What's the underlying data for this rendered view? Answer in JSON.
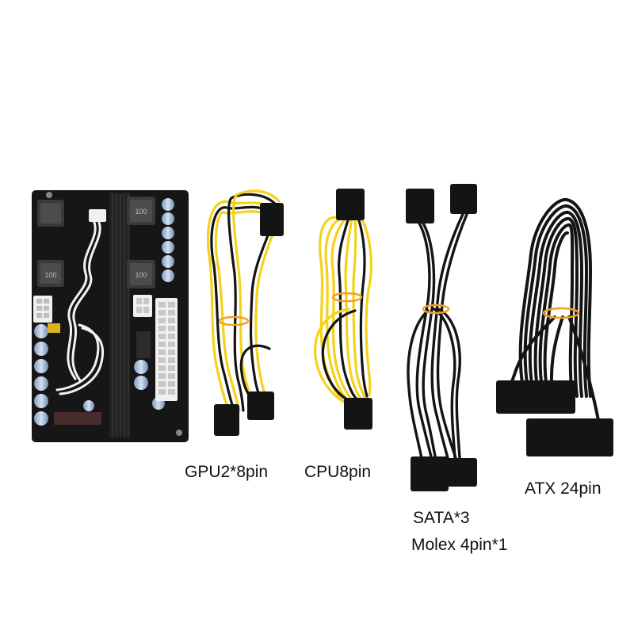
{
  "labels": {
    "gpu": "GPU2*8pin",
    "cpu": "CPU8pin",
    "atx": "ATX 24pin",
    "sata": "SATA*3",
    "molex": "Molex 4pin*1"
  },
  "board": {
    "inductor_marking": "100"
  },
  "colors": {
    "background": "#ffffff",
    "board": "#161616",
    "heatsink": "#1e1e1e",
    "cable_yellow": "#f4d21c",
    "cable_black": "#141414",
    "connector_white": "#f0f0f0",
    "capacitor": "#9fb7d6",
    "tie_orange": "#f0a020",
    "label_text": "#111111"
  }
}
